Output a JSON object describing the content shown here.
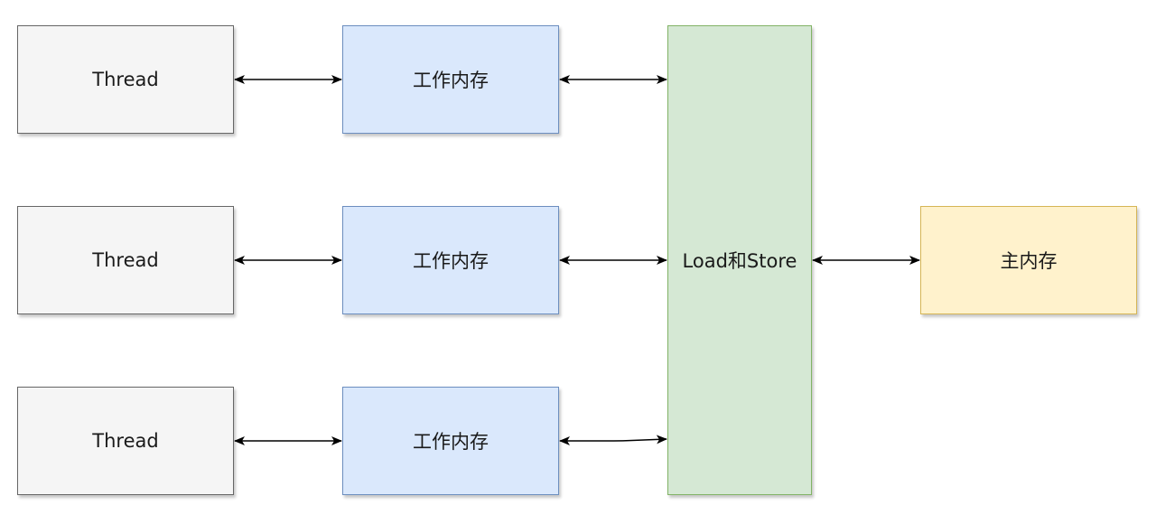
{
  "nodes": {
    "thread_1": "Thread",
    "thread_2": "Thread",
    "thread_3": "Thread",
    "work_memory_1": "工作内存",
    "work_memory_2": "工作内存",
    "work_memory_3": "工作内存",
    "load_store": "Load和Store",
    "main_memory": "主内存"
  },
  "colors": {
    "thread_fill": "#f5f5f5",
    "thread_stroke": "#666666",
    "work_memory_fill": "#dae8fc",
    "work_memory_stroke": "#6c8ebf",
    "load_store_fill": "#d5e8d4",
    "load_store_stroke": "#82b366",
    "main_memory_fill": "#fff2cc",
    "main_memory_stroke": "#d6b656",
    "edge": "#000000"
  },
  "edges": [
    {
      "from": "thread_1",
      "to": "work_memory_1",
      "direction": "both"
    },
    {
      "from": "thread_2",
      "to": "work_memory_2",
      "direction": "both"
    },
    {
      "from": "thread_3",
      "to": "work_memory_3",
      "direction": "both"
    },
    {
      "from": "work_memory_1",
      "to": "load_store",
      "direction": "both"
    },
    {
      "from": "work_memory_2",
      "to": "load_store",
      "direction": "both"
    },
    {
      "from": "work_memory_3",
      "to": "load_store",
      "direction": "both"
    },
    {
      "from": "load_store",
      "to": "main_memory",
      "direction": "both"
    }
  ]
}
